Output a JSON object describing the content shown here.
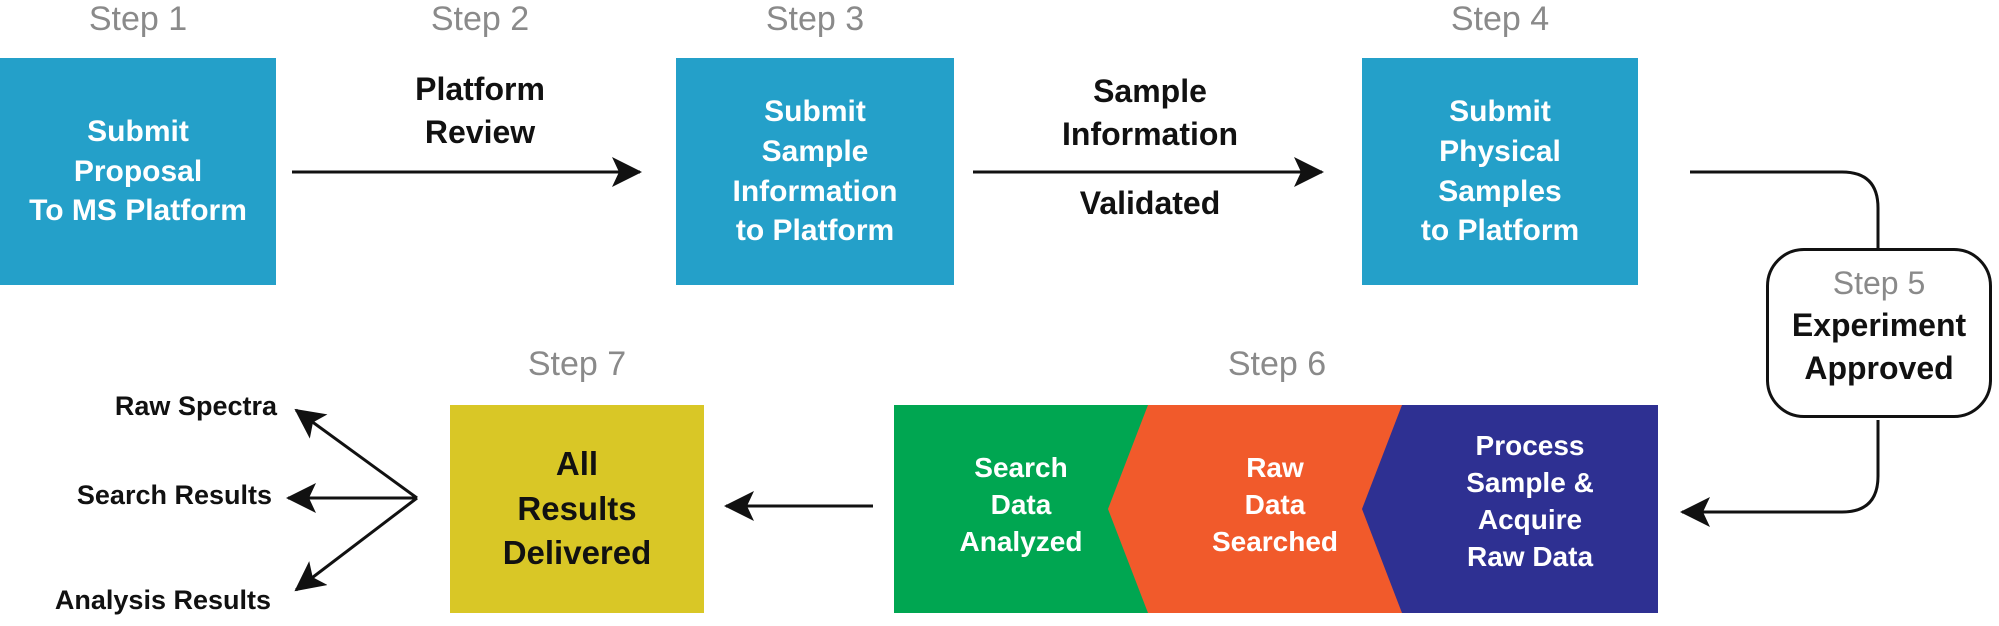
{
  "steps": {
    "step1": {
      "label": "Step 1",
      "box": "Submit\nProposal\nTo MS Platform"
    },
    "step2": {
      "label": "Step 2",
      "text": "Platform\nReview"
    },
    "step3": {
      "label": "Step 3",
      "box": "Submit\nSample\nInformation\nto Platform"
    },
    "step3_arrow_top": "Sample\nInformation",
    "step3_arrow_bottom": "Validated",
    "step4": {
      "label": "Step 4",
      "box": "Submit\nPhysical\nSamples\nto Platform"
    },
    "step5": {
      "label": "Step 5",
      "text": "Experiment\nApproved"
    },
    "step6": {
      "label": "Step 6",
      "segments": [
        {
          "text": "Search\nData\nAnalyzed",
          "color": "#00a651"
        },
        {
          "text": "Raw\nData\nSearched",
          "color": "#f15a2b"
        },
        {
          "text": "Process\nSample &\nAcquire\nRaw Data",
          "color": "#2e3092"
        }
      ]
    },
    "step7": {
      "label": "Step 7",
      "box": "All\nResults\nDelivered",
      "color": "#d9c726"
    }
  },
  "outputs": [
    "Raw Spectra",
    "Search Results",
    "Analysis Results"
  ],
  "colors": {
    "box_blue": "#24a0c9",
    "step_label": "#8a8a8a"
  }
}
